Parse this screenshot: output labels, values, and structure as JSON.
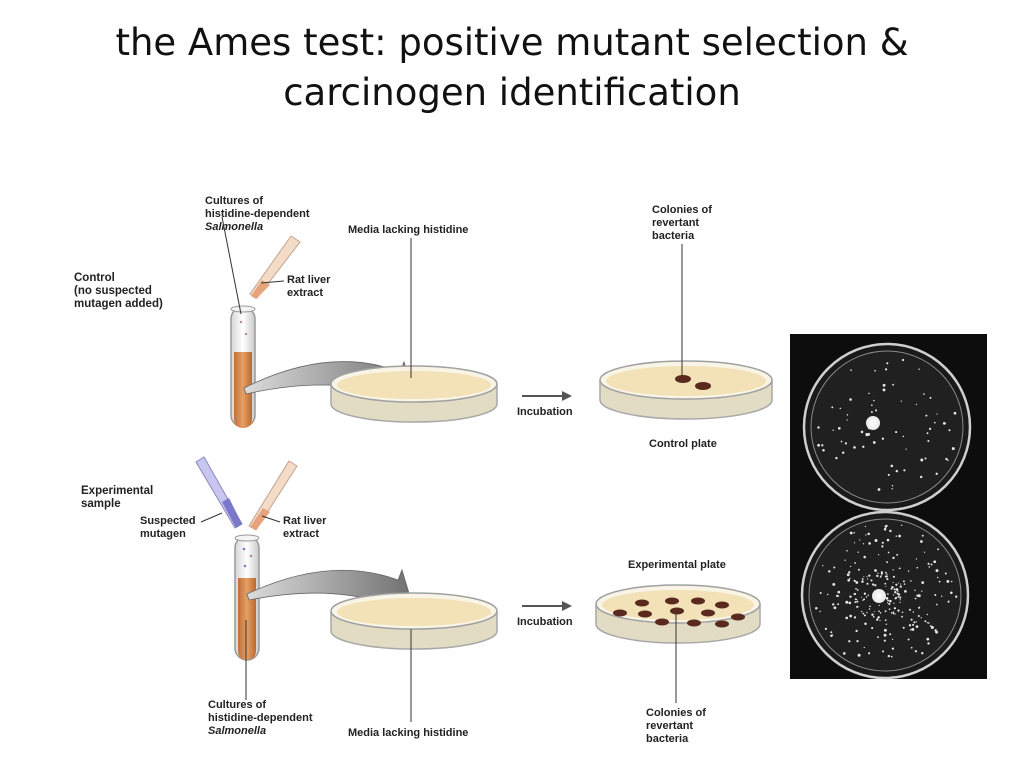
{
  "title": {
    "line1": "the Ames test: positive mutant selection &",
    "line2": "carcinogen identification"
  },
  "control": {
    "row_label": [
      "Control",
      "(no suspected",
      "mutagen added)"
    ],
    "cultures_label": [
      "Cultures of",
      "histidine-dependent",
      "Salmonella"
    ],
    "rat_liver_label": [
      "Rat liver",
      "extract"
    ],
    "media_label": "Media lacking histidine",
    "incubation_label": "Incubation",
    "colonies_label": [
      "Colonies of",
      "revertant",
      "bacteria"
    ],
    "plate_label": "Control plate"
  },
  "experimental": {
    "row_label": [
      "Experimental",
      "sample"
    ],
    "mutagen_label": [
      "Suspected",
      "mutagen"
    ],
    "rat_liver_label": [
      "Rat liver",
      "extract"
    ],
    "cultures_label": [
      "Cultures of",
      "histidine-dependent",
      "Salmonella"
    ],
    "media_label": "Media lacking histidine",
    "incubation_label": "Incubation",
    "plate_label": "Experimental plate",
    "colonies_label": [
      "Colonies of",
      "revertant",
      "bacteria"
    ]
  },
  "colors": {
    "agar": "#f3e2b8",
    "culture": "#d98a4a",
    "colony": "#5a2a1e",
    "mutagen": "#7a78c8",
    "pipette": "#e8b48a",
    "photo_bg": "#0d0d0d"
  }
}
